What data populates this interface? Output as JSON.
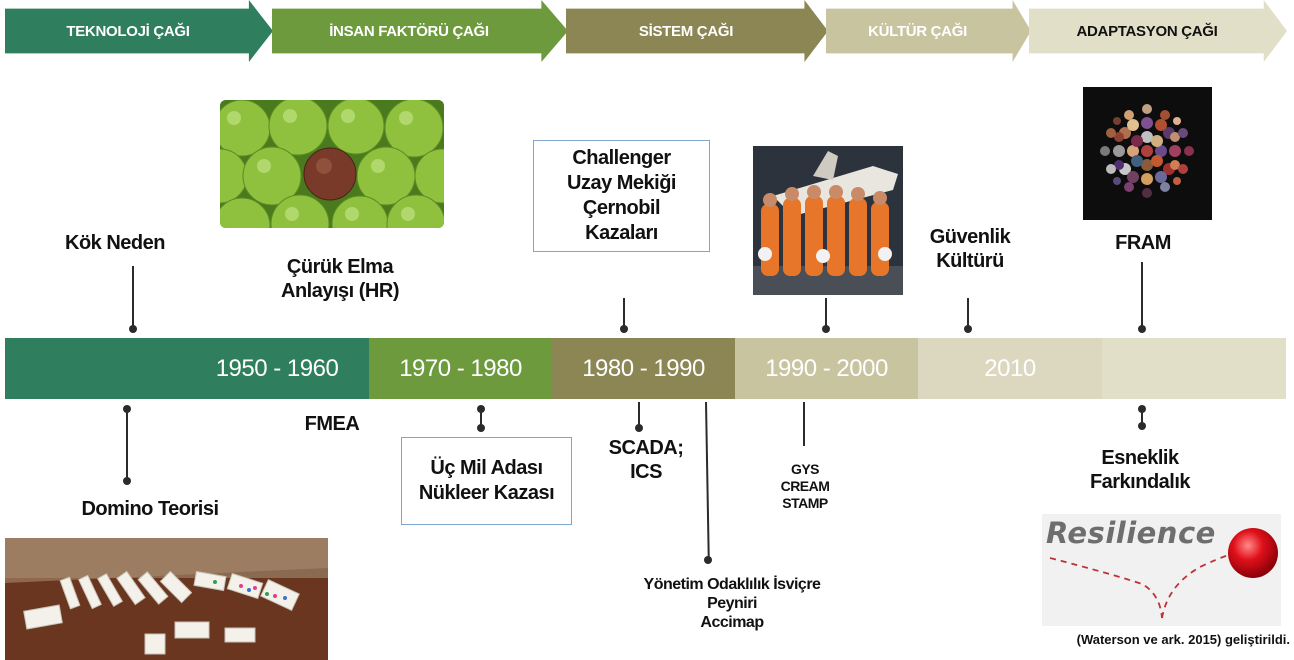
{
  "eras": [
    {
      "label": "TEKNOLOJİ ÇAĞI",
      "color": "#2f7f5e",
      "text_color": "#ffffff"
    },
    {
      "label": "İNSAN  FAKTÖRÜ ÇAĞI",
      "color": "#6e9a3e",
      "text_color": "#ffffff"
    },
    {
      "label": "SİSTEM ÇAĞI",
      "color": "#8b8653",
      "text_color": "#ffffff"
    },
    {
      "label": "KÜLTÜR ÇAĞI",
      "color": "#c9c4a0",
      "text_color": "#ffffff"
    },
    {
      "label": "ADAPTASYON ÇAĞI",
      "color": "#e2dfc9",
      "text_color": "#111111"
    }
  ],
  "timeline": [
    {
      "label": "",
      "color": "#2f7f5e"
    },
    {
      "label": "1950 - 1960",
      "color": "#2f7f5e"
    },
    {
      "label": "1970 - 1980",
      "color": "#6e9a3e"
    },
    {
      "label": "1980 - 1990",
      "color": "#8b8653"
    },
    {
      "label": "1990 - 2000",
      "color": "#c9c4a0"
    },
    {
      "label": "2010",
      "color": "#dcd8c0"
    },
    {
      "label": "",
      "color": "#e2dfc9"
    }
  ],
  "above": {
    "kok_neden": "Kök Neden",
    "curuk_elma_1": "Çürük Elma",
    "curuk_elma_2": "Anlayışı (HR)",
    "challenger_1": "Challenger",
    "challenger_2": "Uzay Mekiği",
    "challenger_3": "Çernobil",
    "challenger_4": "Kazaları",
    "guvenlik_1": "Güvenlik",
    "guvenlik_2": "Kültürü",
    "fram": "FRAM"
  },
  "below": {
    "domino": "Domino Teorisi",
    "fmea": "FMEA",
    "ucmil_1": "Üç Mil Adası",
    "ucmil_2": "Nükleer Kazası",
    "scada_1": "SCADA;",
    "scada_2": "ICS",
    "yonetim_1": "Yönetim Odaklılık İsviçre",
    "yonetim_2": "Peyniri",
    "yonetim_3": "Accimap",
    "gys_1": "GYS",
    "gys_2": "CREAM",
    "gys_3": "STAMP",
    "esneklik_1": "Esneklik",
    "esneklik_2": "Farkındalık"
  },
  "resilience_logo": "Resilience",
  "citation": "(Waterson ve ark. 2015) geliştirildi."
}
